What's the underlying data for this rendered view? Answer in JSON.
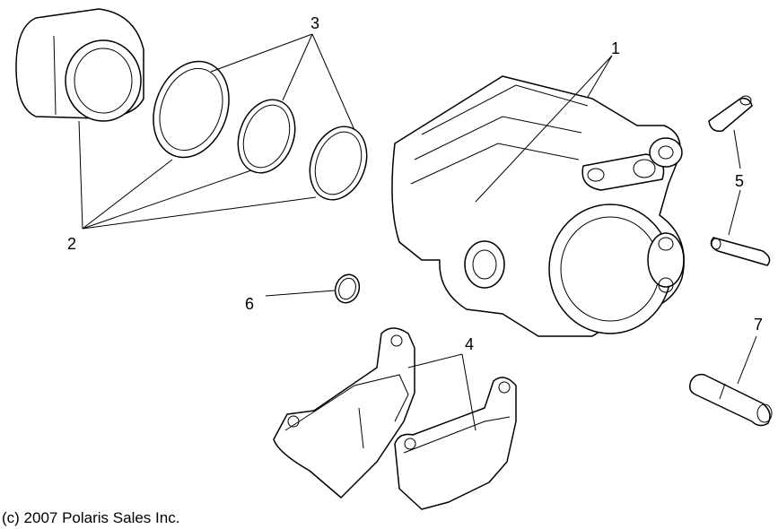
{
  "callouts": {
    "c1": "1",
    "c2": "2",
    "c3": "3",
    "c4": "4",
    "c5": "5",
    "c6": "6",
    "c7": "7"
  },
  "copyright": "(c) 2007 Polaris Sales Inc."
}
